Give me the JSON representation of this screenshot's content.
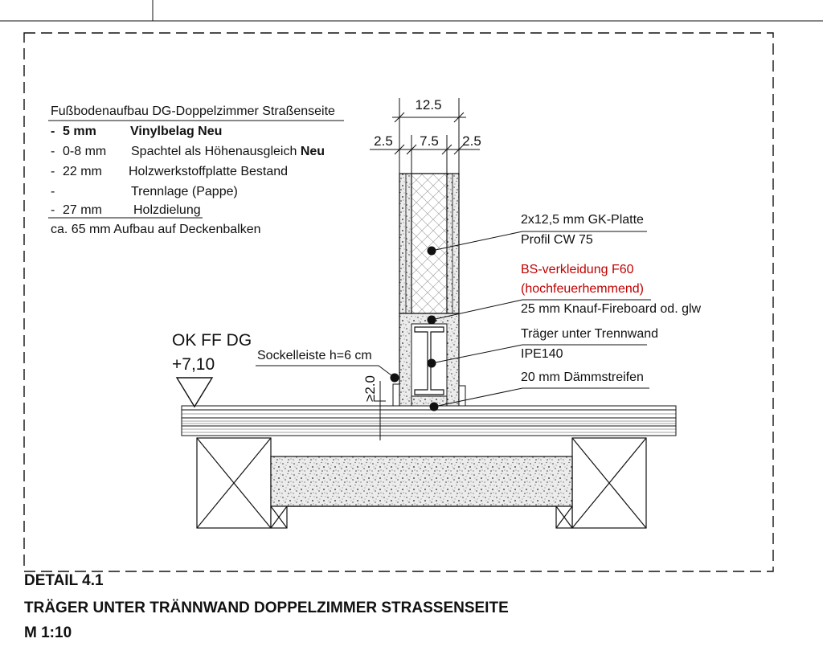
{
  "floor_buildup": {
    "title": "Fußbodenaufbau DG-Doppelzimmer Straßenseite",
    "rows": [
      {
        "bullet": "-",
        "thickness": "5 mm",
        "material": "Vinylbelag Neu",
        "bold": true
      },
      {
        "bullet": "-",
        "thickness": "0-8 mm",
        "material": "Spachtel als Höhenausgleich ",
        "material_bold": "Neu",
        "bold": false
      },
      {
        "bullet": "-",
        "thickness": "22 mm",
        "material": "Holzwerkstoffplatte Bestand",
        "bold": false
      },
      {
        "bullet": "-",
        "thickness": "",
        "material": "Trennlage (Pappe)",
        "bold": false
      },
      {
        "bullet": "-",
        "thickness": "27 mm",
        "material": "Holzdielung",
        "bold": false
      }
    ],
    "total": "ca. 65 mm Aufbau auf Deckenbalken"
  },
  "dimensions": {
    "total": "12.5",
    "left": "2.5",
    "middle": "7.5",
    "right": "2.5",
    "vertical": "≥2.0"
  },
  "level": {
    "name": "OK FF DG",
    "value": "+7,10"
  },
  "labels": {
    "gk_1": "2x12,5 mm GK-Platte",
    "gk_2": "Profil CW 75",
    "bs_1": "BS-verkleidung F60",
    "bs_2": "(hochfeuerhemmend)",
    "bs_3": "25 mm Knauf-Fireboard od. glw",
    "beam_1": "Träger unter Trennwand",
    "beam_2": "IPE140",
    "insul": "20 mm Dämmstreifen",
    "skirting": "Sockelleiste h=6 cm"
  },
  "title_block": {
    "line1": "DETAIL 4.1",
    "line2": "TRÄGER UNTER TRÄNNWAND DOPPELZIMMER STRASSENSEITE",
    "line3": "M 1:10"
  },
  "colors": {
    "line": "#111111",
    "fire_label": "#c00000"
  }
}
